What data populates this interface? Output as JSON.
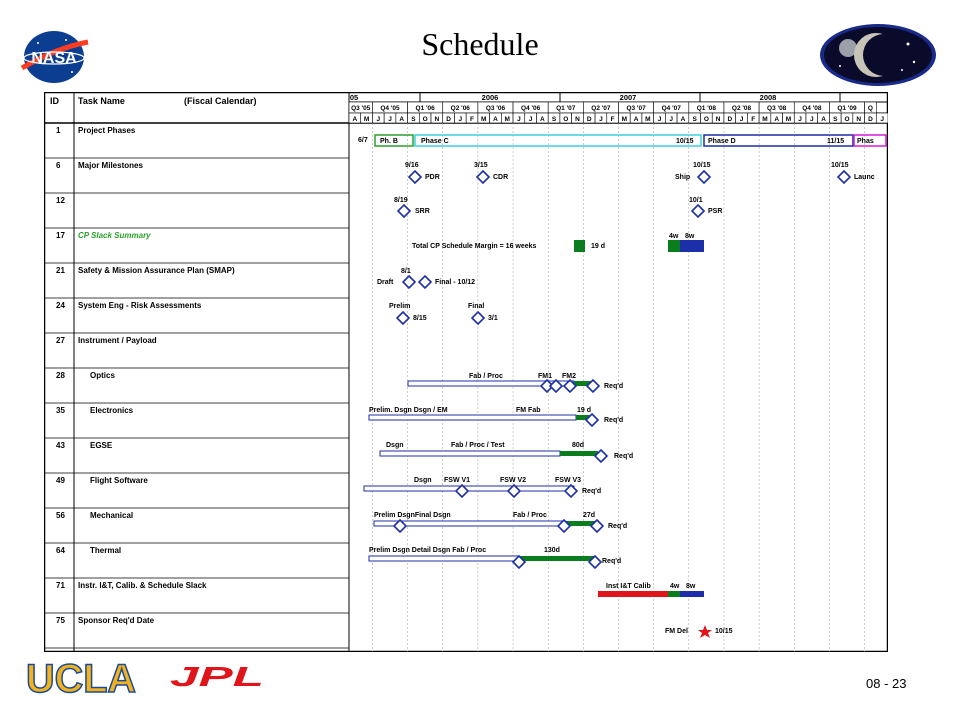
{
  "slide": {
    "title": "Schedule",
    "page_number": "08 - 23"
  },
  "logos": {
    "nasa": "NASA",
    "ucla": "UCLA",
    "jpl": "JPL"
  },
  "gantt": {
    "header": {
      "id": "ID",
      "task_name": "Task Name",
      "calendar": "(Fiscal Calendar)"
    },
    "years": [
      "05",
      "2006",
      "2007",
      "2008"
    ],
    "quarters": [
      "Q3 '05",
      "Q4 '05",
      "Q1 '06",
      "Q2 '06",
      "Q3 '06",
      "Q4 '06",
      "Q1 '07",
      "Q2 '07",
      "Q3 '07",
      "Q4 '07",
      "Q1 '08",
      "Q2 '08",
      "Q3 '08",
      "Q4 '08",
      "Q1 '09",
      "Q"
    ],
    "months": [
      "A",
      "M",
      "J",
      "J",
      "A",
      "S",
      "O",
      "N",
      "D",
      "J",
      "F",
      "M",
      "A",
      "M",
      "J",
      "J",
      "A",
      "S",
      "O",
      "N",
      "D",
      "J",
      "F",
      "M",
      "A",
      "M",
      "J",
      "J",
      "A",
      "S",
      "O",
      "N",
      "D",
      "J",
      "F",
      "M",
      "A",
      "M",
      "J",
      "J",
      "A",
      "S",
      "O",
      "N",
      "D",
      "J"
    ],
    "rows": [
      {
        "id": "1",
        "name": "Project Phases"
      },
      {
        "id": "6",
        "name": "Major Milestones"
      },
      {
        "id": "12",
        "name": ""
      },
      {
        "id": "17",
        "name": "CP Slack Summary"
      },
      {
        "id": "21",
        "name": "Safety & Mission Assurance Plan (SMAP)"
      },
      {
        "id": "24",
        "name": "System Eng - Risk Assessments"
      },
      {
        "id": "27",
        "name": "Instrument / Payload"
      },
      {
        "id": "28",
        "name": "Optics"
      },
      {
        "id": "35",
        "name": "Electronics"
      },
      {
        "id": "43",
        "name": "EGSE"
      },
      {
        "id": "49",
        "name": "Flight Software"
      },
      {
        "id": "56",
        "name": "Mechanical"
      },
      {
        "id": "64",
        "name": "Thermal"
      },
      {
        "id": "71",
        "name": "Instr. I&T, Calib. & Schedule Slack"
      },
      {
        "id": "75",
        "name": "Sponsor Req'd Date"
      }
    ],
    "phases": {
      "ph_b": "Ph. B",
      "phase_c": "Phase C",
      "phase_d": "Phase D",
      "phase_e": "Phas",
      "d1": "6/7",
      "d2": "10/15",
      "d3": "11/15"
    },
    "milestones": {
      "pdr_date": "9/16",
      "pdr": "PDR",
      "cdr_date": "3/15",
      "cdr": "CDR",
      "ship_date": "10/15",
      "ship": "Ship",
      "launch_date": "10/15",
      "launch": "Launc",
      "srr_date": "8/19",
      "srr": "SRR",
      "psr_date": "10/1",
      "psr": "PSR"
    },
    "slack": {
      "margin": "Total CP Schedule Margin = 16 weeks",
      "d19": "19 d",
      "w4": "4w",
      "w8": "8w"
    },
    "smap": {
      "date": "8/1",
      "draft": "Draft",
      "final": "Final - 10/12"
    },
    "risk": {
      "prelim": "Prelim",
      "d1": "8/15",
      "final": "Final",
      "d2": "3/1"
    },
    "optics": {
      "fab": "Fab / Proc",
      "fm1": "FM1",
      "fm2": "FM2",
      "req": "Req'd"
    },
    "electronics": {
      "label": "Prelim. Dsgn  Dsgn / EM",
      "fmfab": "FM Fab",
      "d19": "19 d",
      "req": "Req'd"
    },
    "egse": {
      "dsgn": "Dsgn",
      "fab": "Fab / Proc / Test",
      "d80": "80d",
      "req": "Req'd"
    },
    "fsw": {
      "dsgn": "Dsgn",
      "v1": "FSW V1",
      "v2": "FSW V2",
      "v3": "FSW V3",
      "req": "Req'd"
    },
    "mech": {
      "label": "Prelim DsgnFinal Dsgn",
      "fab": "Fab / Proc",
      "d27": "27d",
      "req": "Req'd"
    },
    "thermal": {
      "label": "Prelim Dsgn  Detail Dsgn  Fab / Proc",
      "d130": "130d",
      "req": "Req'd"
    },
    "int": {
      "label": "Inst I&T Calib",
      "w4": "4w",
      "w8": "8w"
    },
    "sponsor": {
      "label": "FM Del",
      "date": "10/15"
    },
    "colors": {
      "blue": "#1c2fa8",
      "green": "#0a7d1e",
      "red": "#e0151c",
      "cyan": "#3fd0e0",
      "magenta": "#d81ad8",
      "slack_green": "#2aa12a"
    }
  }
}
